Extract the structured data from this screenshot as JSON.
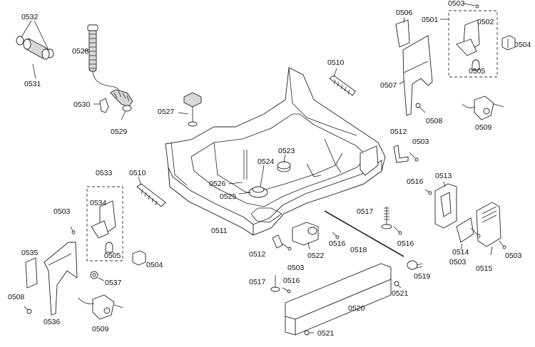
{
  "diagram": {
    "labels": {
      "p0532": "0532",
      "p0531": "0531",
      "p0528": "0528",
      "p0530": "0530",
      "p0529": "0529",
      "p0527": "0527",
      "p0510a": "0510",
      "p0510b": "0510",
      "p0506": "0506",
      "p0503a": "0503",
      "p0501": "0501",
      "p0502": "0502",
      "p0504a": "0504",
      "p0505a": "0505",
      "p0507": "0507",
      "p0508a": "0508",
      "p0509a": "0509",
      "p0512a": "0512",
      "p0503b": "0503",
      "p0523": "0523",
      "p0524": "0524",
      "p0533": "0533",
      "p0534": "0534",
      "p0526": "0526",
      "p0525": "0525",
      "p0503c": "0503",
      "p0516a": "0516",
      "p0513": "0513",
      "p0517a": "0517",
      "p0516b": "0516",
      "p0511": "0511",
      "p0512b": "0512",
      "p0522": "0522",
      "p0516c": "0516",
      "p0518": "0518",
      "p0514": "0514",
      "p0503d": "0503",
      "p0515": "0515",
      "p0503e": "0503",
      "p0535": "0535",
      "p0505b": "0505",
      "p0504b": "0504",
      "p0537": "0537",
      "p0503f": "0503",
      "p0519": "0519",
      "p0517b": "0517",
      "p0516d": "0516",
      "p0521a": "0521",
      "p0508b": "0508",
      "p0536": "0536",
      "p0520": "0520",
      "p0509b": "0509",
      "p0521b": "0521"
    }
  }
}
